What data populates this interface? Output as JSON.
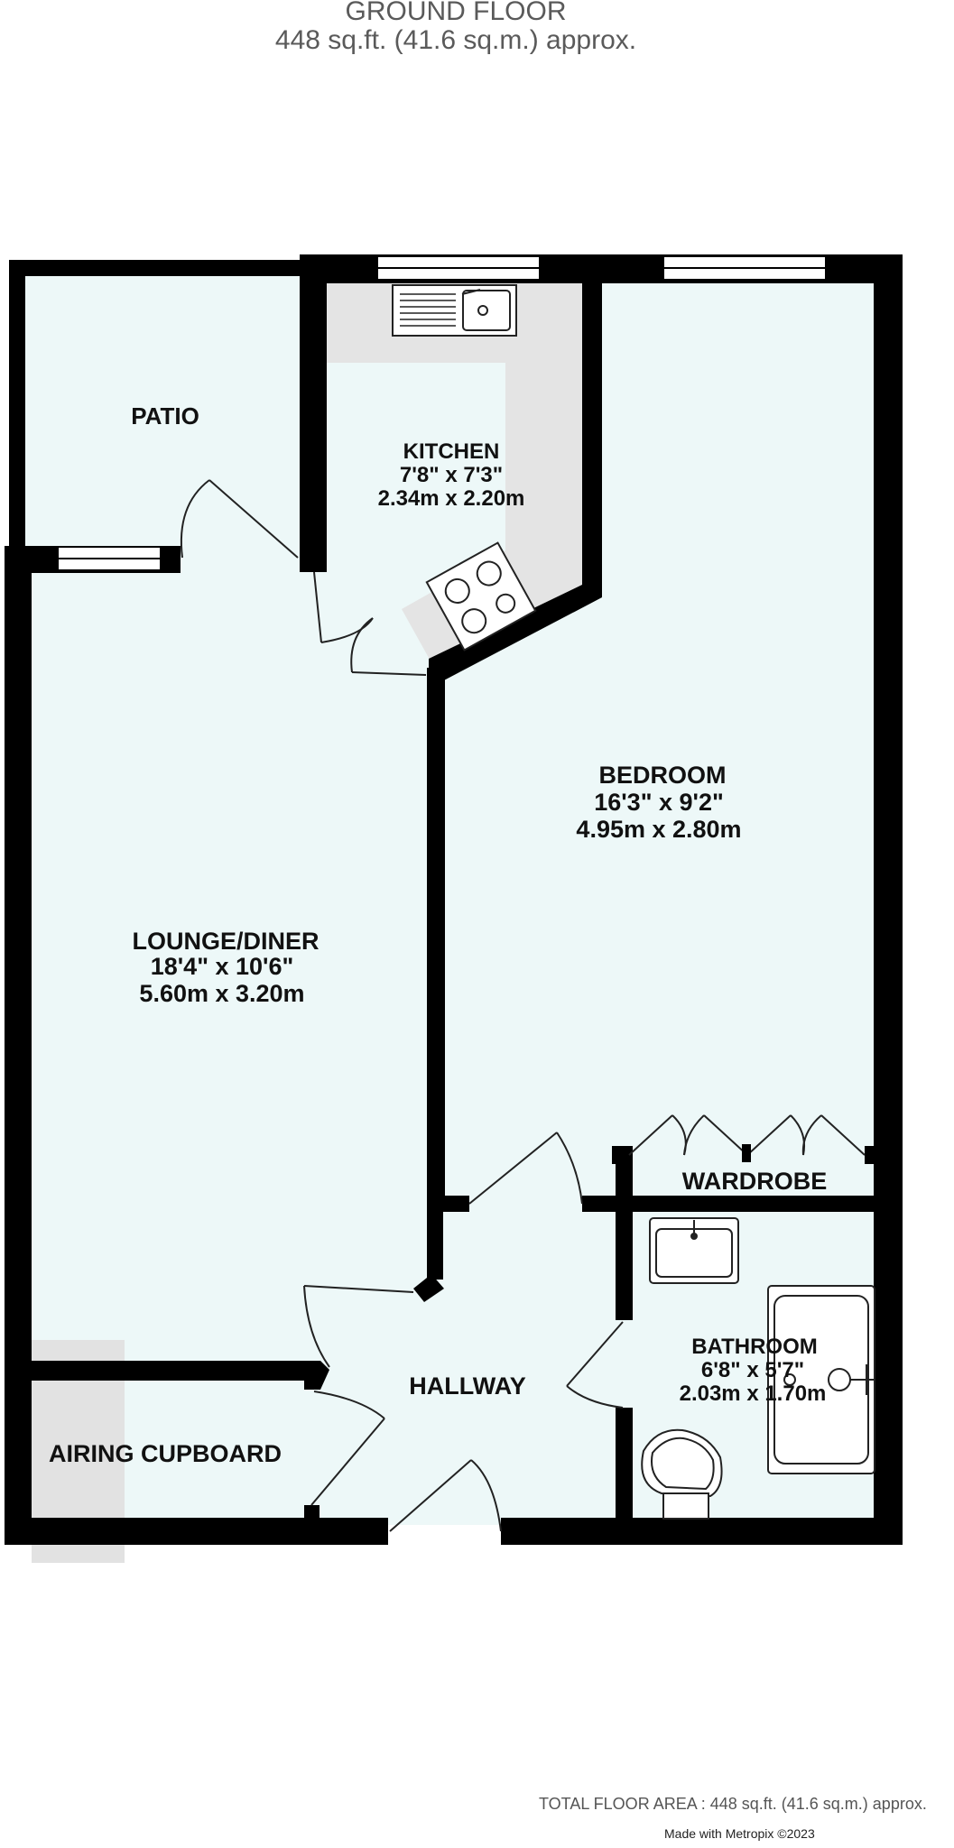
{
  "header": {
    "floor_name": "GROUND FLOOR",
    "floor_area": "448 sq.ft. (41.6 sq.m.) approx."
  },
  "rooms": {
    "patio": {
      "name": "PATIO"
    },
    "kitchen": {
      "name": "KITCHEN",
      "imperial": "7'8\"  x 7'3\"",
      "metric": "2.34m  x 2.20m"
    },
    "bedroom": {
      "name": "BEDROOM",
      "imperial": "16'3\"  x 9'2\"",
      "metric": "4.95m  x 2.80m"
    },
    "lounge": {
      "name": "LOUNGE/DINER",
      "imperial": "18'4\"  x 10'6\"",
      "metric": "5.60m  x 3.20m"
    },
    "wardrobe": {
      "name": "WARDROBE"
    },
    "bathroom": {
      "name": "BATHROOM",
      "imperial": "6'8\"  x 5'7\"",
      "metric": "2.03m  x 1.70m"
    },
    "hallway": {
      "name": "HALLWAY"
    },
    "airing": {
      "name": "AIRING CUPBOARD"
    }
  },
  "footer": {
    "total_area": "TOTAL FLOOR AREA : 448 sq.ft. (41.6 sq.m.) approx.",
    "credit": "Made with Metropix ©2023"
  },
  "colors": {
    "room_fill": "#edf8f8",
    "wall": "#000000",
    "kitchen_counter": "#e4e4e4",
    "airing_fill": "#e2e2e2",
    "door_line": "#222222"
  },
  "icons": [
    "sink-icon",
    "hob-icon",
    "washbasin-icon",
    "shower-tray-icon",
    "toilet-icon",
    "window-icon"
  ]
}
